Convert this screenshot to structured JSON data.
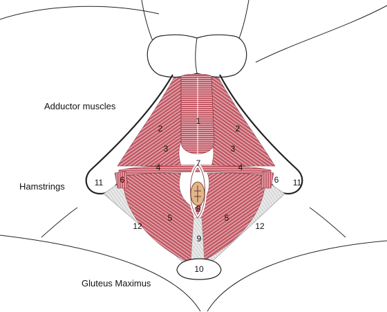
{
  "labels": {
    "adductor": "Adductor muscles",
    "hamstrings": "Hamstrings",
    "gluteus": "Gluteus Maximus"
  },
  "numbers": {
    "n1": "1",
    "n2": "2",
    "n3": "3",
    "n4": "4",
    "n5": "5",
    "n6": "6",
    "n7": "7",
    "n8": "8",
    "n9": "9",
    "n10": "10",
    "n11": "11",
    "n12": "12"
  },
  "colors": {
    "muscle": "#b84a57",
    "muscle_fill": "#c96a75",
    "fiber": "#ffffff",
    "tendon": "#d9d9d9",
    "bone": "#ffffff",
    "outline": "#222222",
    "orifice": "#e3b58a"
  }
}
